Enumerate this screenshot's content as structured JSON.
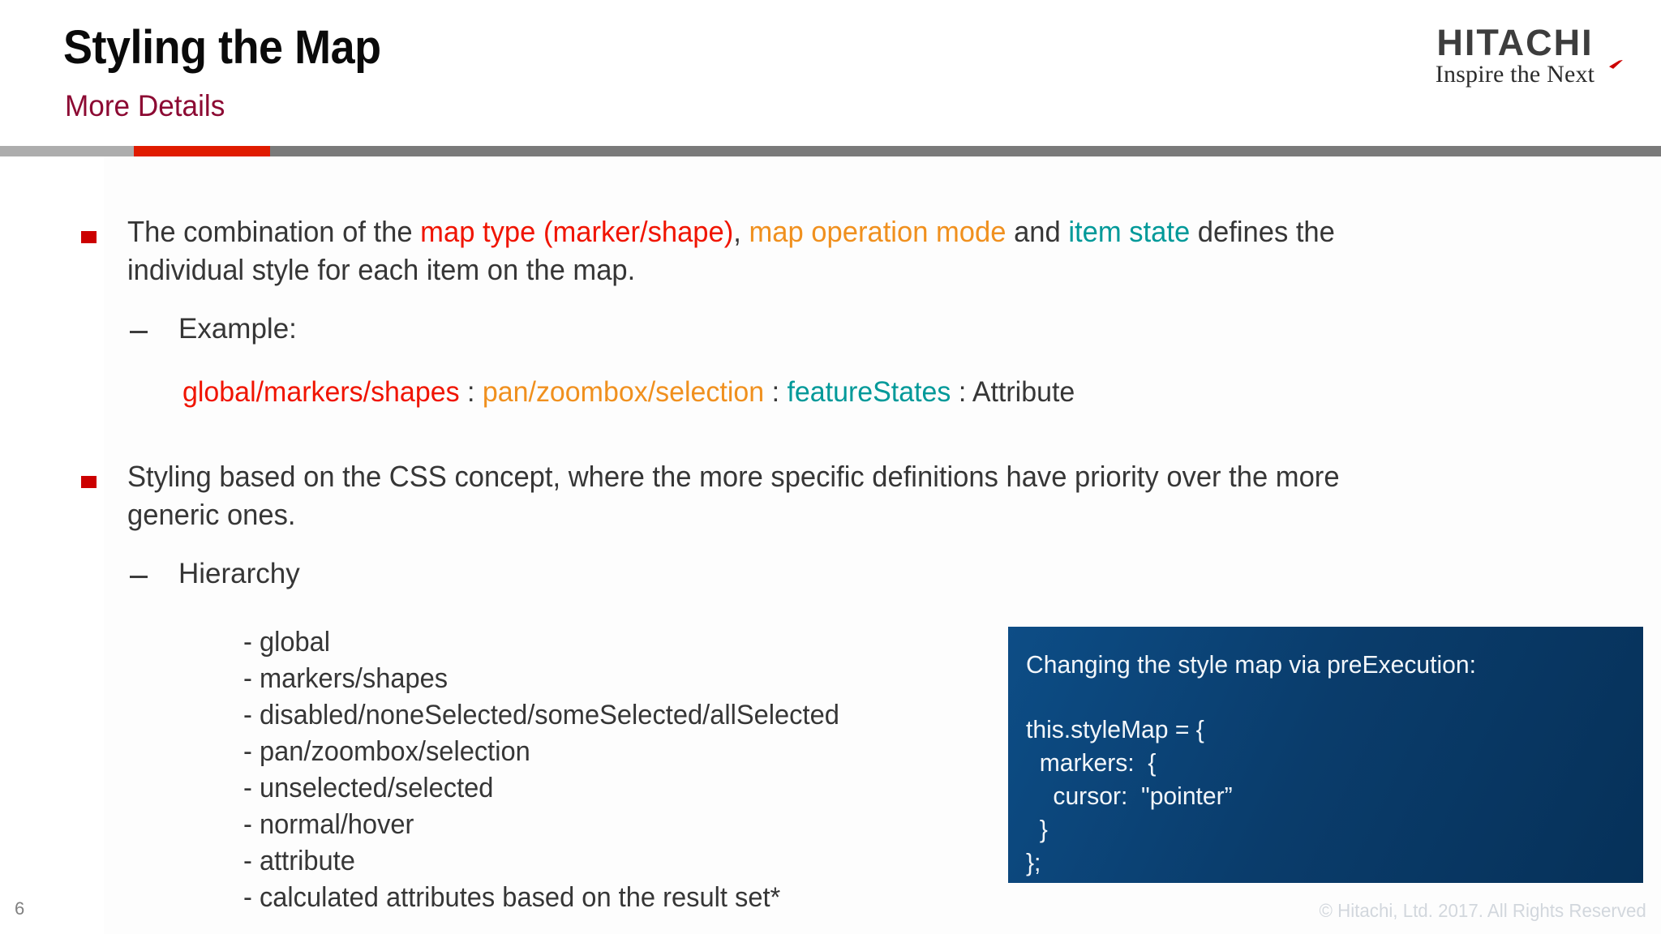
{
  "header": {
    "title": "Styling the Map",
    "subtitle": "More Details",
    "logo": {
      "name": "HITACHI",
      "tagline": "Inspire the Next"
    }
  },
  "colors": {
    "accent_red": "#cc0000",
    "bar_red": "#e01b00",
    "subtitle_maroon": "#8c0a33",
    "highlight_red": "#f01400",
    "highlight_orange": "#f0901e",
    "highlight_teal": "#009999",
    "code_box_blue": "#0a3c6b",
    "body_text": "#363636"
  },
  "body": {
    "bullet1": {
      "seg1": "The combination of the ",
      "seg2_red": "map type (marker/shape)",
      "seg3": ", ",
      "seg4_orange": "map operation mode",
      "seg5": " and ",
      "seg6_teal": "item state",
      "seg7": " defines the",
      "line2": "individual style for each item on the map."
    },
    "sub1_label": "Example:",
    "example": {
      "part1_red": "global/markers/shapes",
      "sep1": " : ",
      "part2_orange": "pan/zoombox/selection",
      "sep2": " :  ",
      "part3_teal": "featureStates",
      "sep3": " : ",
      "part4": "Attribute"
    },
    "bullet2": {
      "line1": "Styling based on the CSS concept, where the more specific definitions have priority over the more",
      "line2": "generic ones."
    },
    "sub2_label": "Hierarchy",
    "hierarchy": [
      "- global",
      "- markers/shapes",
      "- disabled/noneSelected/someSelected/allSelected",
      "- pan/zoombox/selection",
      "- unselected/selected",
      "- normal/hover",
      "- attribute",
      "- calculated attributes based on the result set*"
    ]
  },
  "code_box": {
    "title": "Changing the style map via preExecution:",
    "lines": [
      "this.styleMap = {",
      "  markers:  {",
      "    cursor:  \"pointer”",
      "  }",
      "};"
    ]
  },
  "footer": {
    "page_number": "6",
    "copyright": "© Hitachi, Ltd. 2017. All Rights Reserved"
  }
}
